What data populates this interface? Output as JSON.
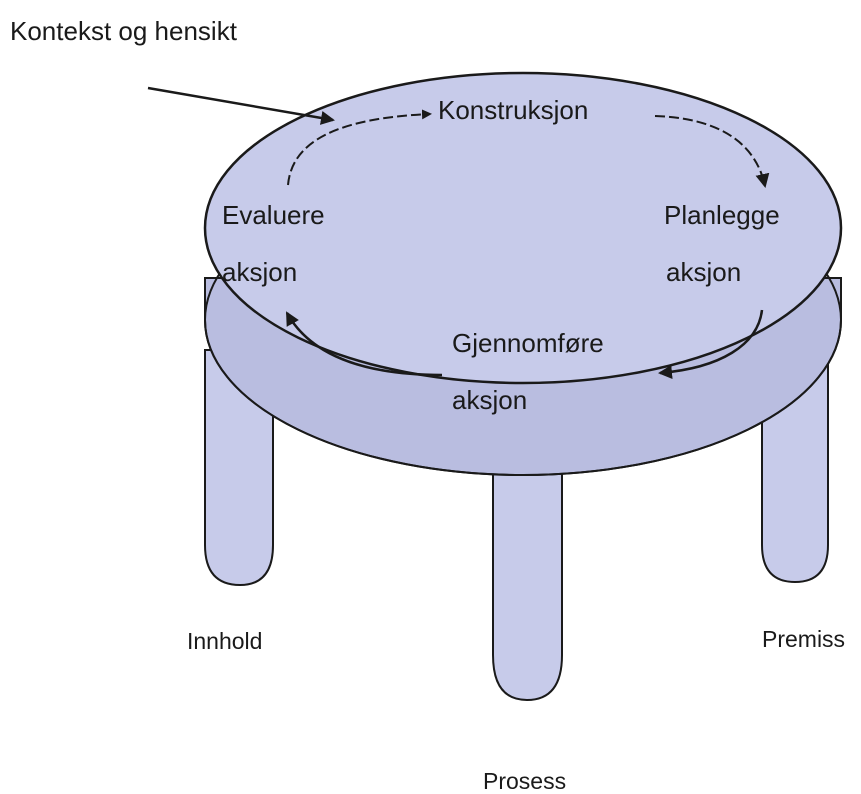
{
  "context_label": "Kontekst og hensikt",
  "cycle": {
    "top": "Konstruksjon",
    "right": [
      "Planlegge",
      "aksjon"
    ],
    "bottom": [
      "Gjennomføre",
      "aksjon"
    ],
    "left": [
      "Evaluere",
      "aksjon"
    ]
  },
  "legs": {
    "left": "Innhold",
    "middle": "Prosess",
    "right": "Premiss"
  },
  "colors": {
    "table_fill": "#c7cbea",
    "table_rim": "#b9bde0",
    "outline": "#1a1a1a"
  }
}
